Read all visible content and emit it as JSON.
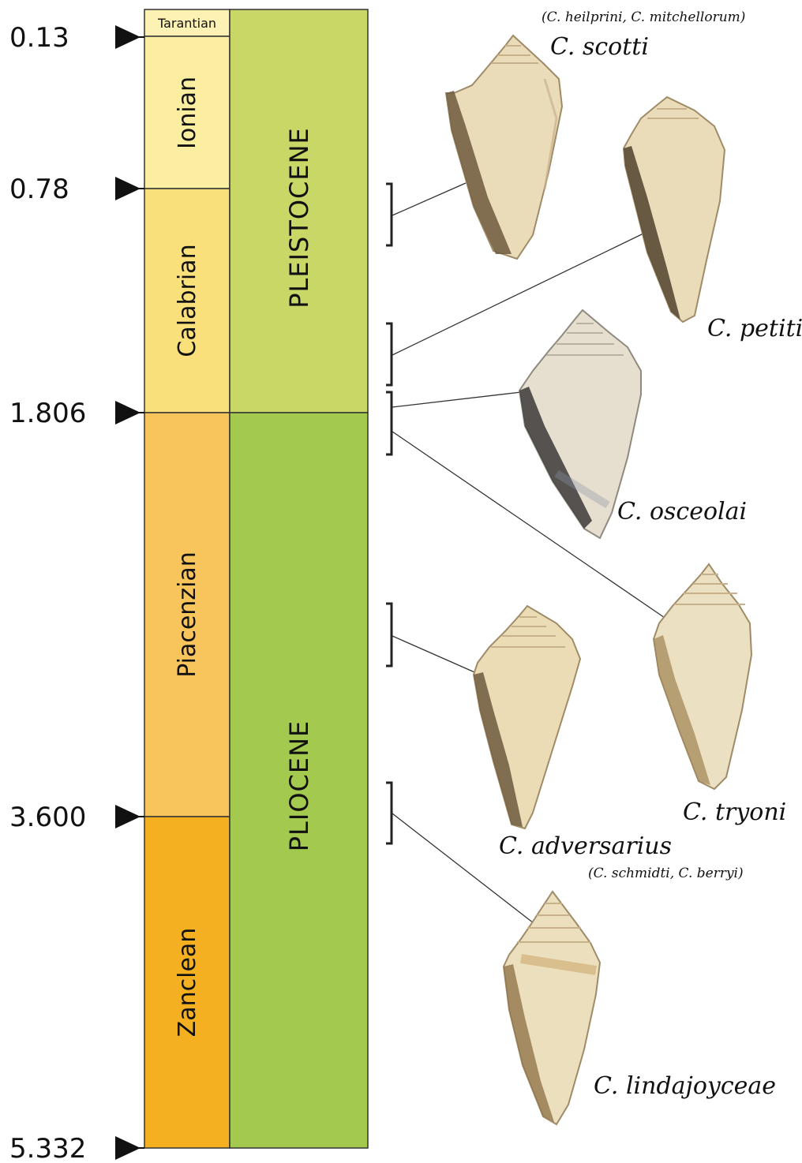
{
  "ages": [
    "0.13",
    "0.78",
    "1.806",
    "3.600",
    "5.332"
  ],
  "stages": {
    "tarantian": "Tarantian",
    "ionian": "Ionian",
    "calabrian": "Calabrian",
    "piacenzian": "Piacenzian",
    "zanclean": "Zanclean"
  },
  "epochs": {
    "pleistocene": "PLEISTOCENE",
    "pliocene": "PLIOCENE"
  },
  "species": {
    "scotti": "C. scotti",
    "scotti_synonyms": "(C. heilprini, C. mitchellorum)",
    "petiti": "C. petiti",
    "osceolai": "C. osceolai",
    "tryoni": "C. tryoni",
    "adversarius": "C. adversarius",
    "adversarius_synonyms": "(C. schmidti, C. berryi)",
    "lindajoyceae": "C. lindajoyceae"
  },
  "colors": {
    "tarantian": "#fdf1b4",
    "ionian": "#fbeea0",
    "calabrian": "#f9e07a",
    "piacenzian": "#f8c45c",
    "zanclean": "#f4b020",
    "pleistocene": "#c9d767",
    "pliocene": "#a3c94f",
    "shell": "#ebdcb9",
    "shell_shade": "#c7b18a",
    "aperture": "#6f5b3e"
  }
}
